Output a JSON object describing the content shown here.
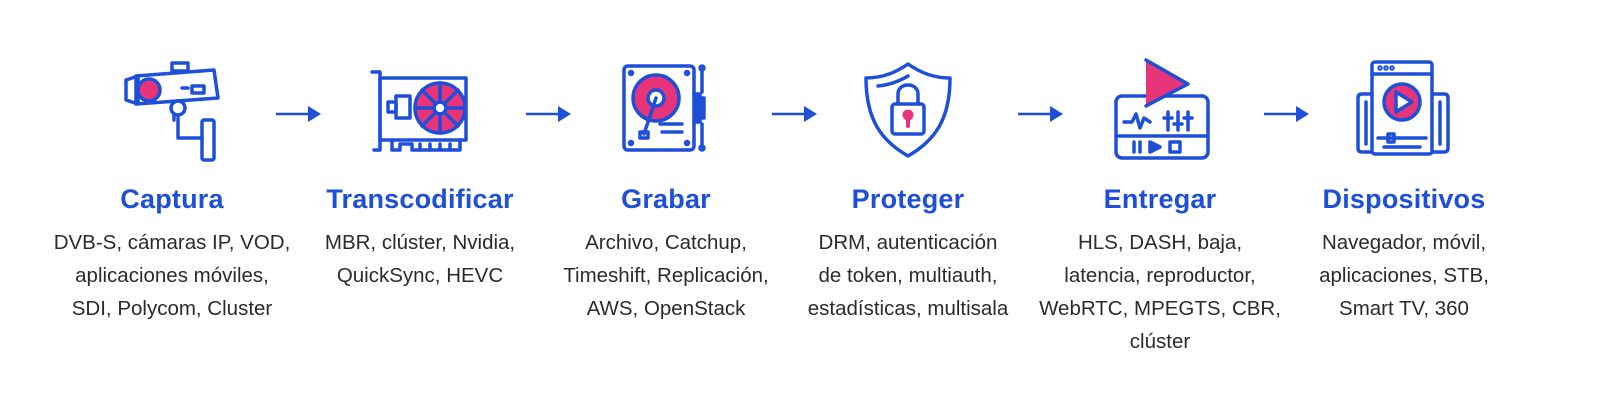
{
  "colors": {
    "accent": "#1d4fd8",
    "highlight": "#e8357a",
    "text": "#2b2b2b"
  },
  "steps": [
    {
      "icon": "security-camera-icon",
      "title": "Captura",
      "lines": [
        "DVB-S, cámaras IP, VOD,",
        "aplicaciones móviles,",
        "SDI, Polycom, Cluster"
      ]
    },
    {
      "icon": "graphics-card-icon",
      "title": "Transcodificar",
      "lines": [
        "MBR, clúster, Nvidia,",
        "QuickSync, HEVC"
      ]
    },
    {
      "icon": "hard-drive-icon",
      "title": "Grabar",
      "lines": [
        "Archivo, Catchup,",
        "Timeshift, Replicación,",
        "AWS, OpenStack"
      ]
    },
    {
      "icon": "shield-lock-icon",
      "title": "Proteger",
      "lines": [
        "DRM, autenticación",
        "de token, multiauth,",
        "estadísticas, multisala"
      ]
    },
    {
      "icon": "media-player-icon",
      "title": "Entregar",
      "lines": [
        "HLS, DASH, baja,",
        "latencia, reproductor,",
        "WebRTC, MPEGTS, CBR,",
        "clúster"
      ]
    },
    {
      "icon": "mobile-play-icon",
      "title": "Dispositivos",
      "lines": [
        "Navegador, móvil,",
        "aplicaciones, STB,",
        "Smart TV, 360"
      ]
    }
  ]
}
